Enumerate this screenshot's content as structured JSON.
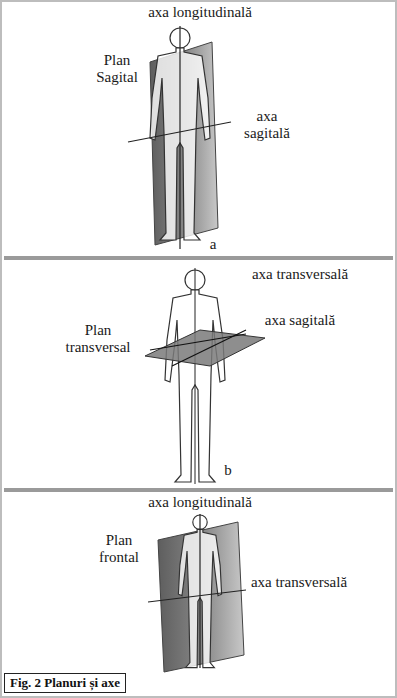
{
  "diagram": {
    "caption": "Fig. 2 Planuri și axe",
    "labels": [
      "axa longitudinală",
      "Plan Sagital",
      "axa sagitală",
      "a",
      "axa transversală",
      "Plan transversal",
      "axa sagitală",
      "b",
      "axa longitudinală",
      "Plan frontal",
      "axa transversală"
    ]
  }
}
